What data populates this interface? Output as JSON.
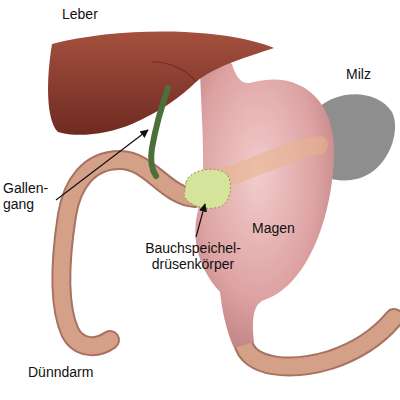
{
  "diagram": {
    "labels": [
      "Leber",
      "Milz",
      "Gallen- gang",
      "Bauchspeichel- drüsenkörper",
      "Magen",
      "Dünndarm"
    ]
  }
}
